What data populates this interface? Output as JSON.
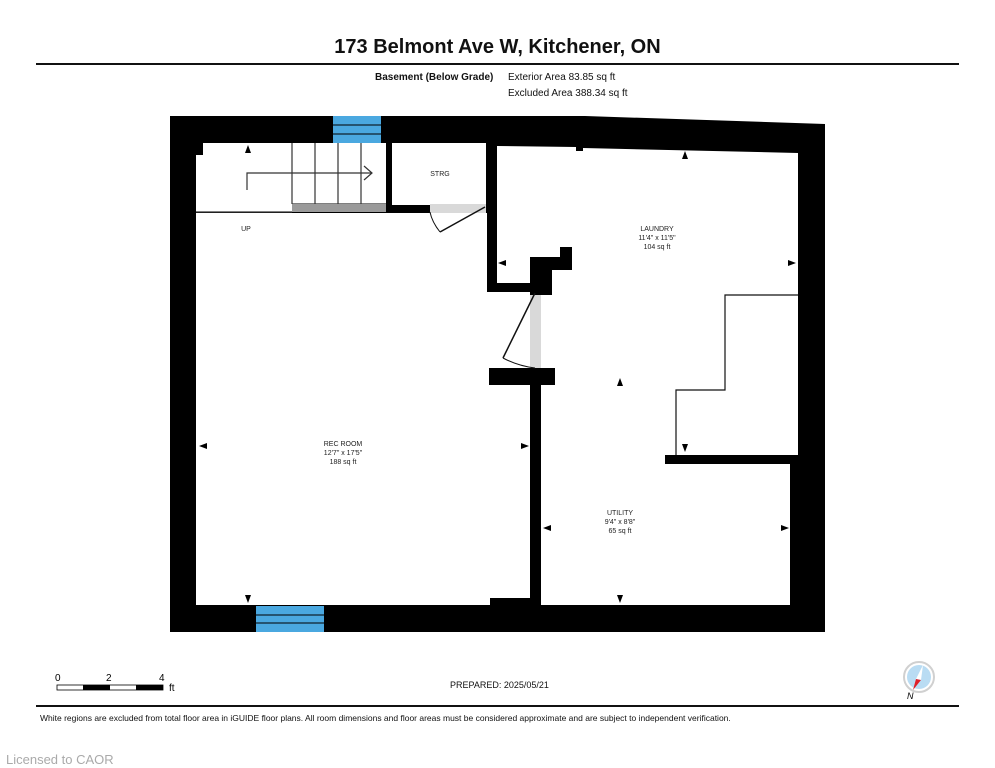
{
  "header": {
    "title": "173 Belmont Ave W, Kitchener, ON"
  },
  "level": {
    "name": "Basement (Below Grade)",
    "exterior_area": "Exterior Area 83.85 sq ft",
    "excluded_area": "Excluded Area 388.34 sq ft"
  },
  "rooms": {
    "stairs": {
      "label": "UP"
    },
    "storage": {
      "name": "STRG"
    },
    "laundry": {
      "name": "LAUNDRY",
      "dims": "11'4\" x 11'5\"",
      "area": "104 sq ft"
    },
    "rec_room": {
      "name": "REC ROOM",
      "dims": "12'7\" x 17'5\"",
      "area": "188 sq ft"
    },
    "utility": {
      "name": "UTILITY",
      "dims": "9'4\" x 8'8\"",
      "area": "65 sq ft"
    }
  },
  "scale": {
    "ticks": [
      "0",
      "2",
      "4"
    ],
    "unit": "ft"
  },
  "compass": {
    "label": "N"
  },
  "footer": {
    "prepared": "PREPARED: 2025/05/21",
    "disclaimer": "White regions are excluded from total floor area in iGUIDE floor plans. All room dimensions and floor areas must be considered approximate and are subject to independent verification.",
    "licensed": "Licensed to CAOR"
  },
  "colors": {
    "wall": "#000000",
    "window": "#4aa8e0",
    "door_gap": "#d9d9d9",
    "stair_edge": "#9a9a9a"
  }
}
